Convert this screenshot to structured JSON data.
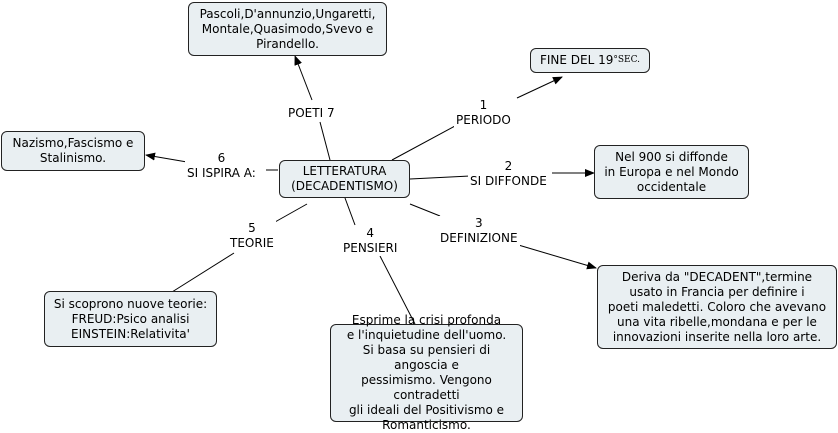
{
  "nodes": {
    "center": "LETTERATURA\n(DECADENTISMO)",
    "poets": "Pascoli,D'annunzio,Ungaretti,\nMontale,Quasimodo,Svevo e\nPirandello.",
    "end_prefix": "FINE DEL 19",
    "end_suffix": "°SEC.",
    "ideologies": "Nazismo,Fascismo e\nStalinismo.",
    "spread": "Nel 900 si diffonde\nin Europa e nel Mondo\noccidentale",
    "definition": "Deriva da \"DECADENT\",termine\nusato in Francia per definire i\npoeti maledetti. Coloro che avevano\nuna vita ribelle,mondana e per le\ninnovazioni inserite nella loro arte.",
    "theories": "Si scoprono nuove teorie:\nFREUD:Psico analisi\nEINSTEIN:Relativita'",
    "thoughts": "Esprime la crisi profonda\ne l'inquietudine dell'uomo.\nSi basa su pensieri di angoscia e\npessimismo. Vengono contradetti\ngli ideali del Positivismo e\nRomanticismo."
  },
  "links": {
    "poeti": "POETI 7",
    "periodo": "1\nPERIODO",
    "si_ispira": "6\nSI ISPIRA A:",
    "si_diffonde": "2\nSI DIFFONDE",
    "definizione": "3\nDEFINIZIONE",
    "pensieri": "4\nPENSIERI",
    "teorie": "5\nTEORIE"
  }
}
